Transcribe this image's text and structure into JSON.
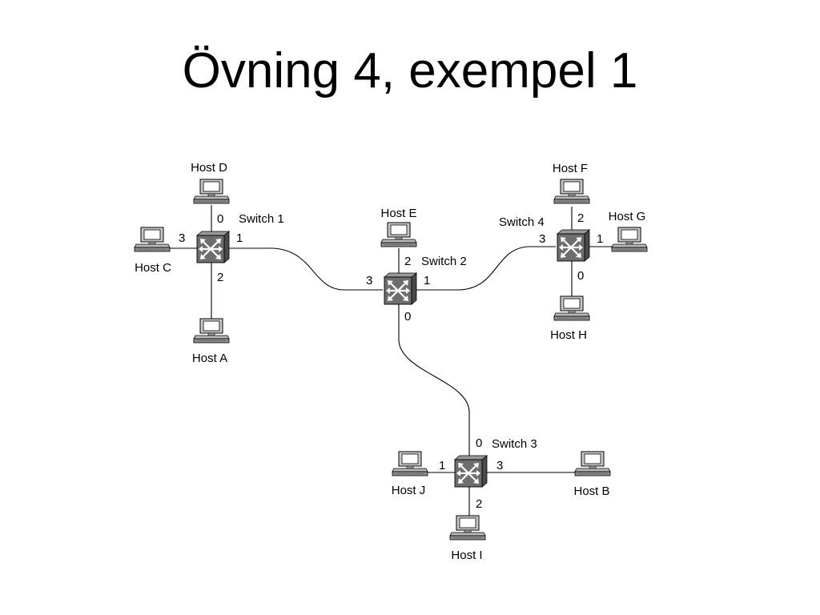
{
  "title": "Övning 4, exempel 1",
  "switches": [
    {
      "id": "s1",
      "label": "Switch 1"
    },
    {
      "id": "s2",
      "label": "Switch 2"
    },
    {
      "id": "s3",
      "label": "Switch 3"
    },
    {
      "id": "s4",
      "label": "Switch 4"
    }
  ],
  "hosts": [
    {
      "id": "A",
      "label": "Host A"
    },
    {
      "id": "B",
      "label": "Host B"
    },
    {
      "id": "C",
      "label": "Host C"
    },
    {
      "id": "D",
      "label": "Host D"
    },
    {
      "id": "E",
      "label": "Host E"
    },
    {
      "id": "F",
      "label": "Host F"
    },
    {
      "id": "G",
      "label": "Host G"
    },
    {
      "id": "H",
      "label": "Host H"
    },
    {
      "id": "I",
      "label": "Host I"
    },
    {
      "id": "J",
      "label": "Host J"
    }
  ],
  "links": [
    {
      "from": "s1",
      "from_port": "0",
      "to": "D"
    },
    {
      "from": "s1",
      "from_port": "1",
      "to": "s2",
      "to_port": "3"
    },
    {
      "from": "s1",
      "from_port": "2",
      "to": "A"
    },
    {
      "from": "s1",
      "from_port": "3",
      "to": "C"
    },
    {
      "from": "s2",
      "from_port": "0",
      "to": "s3",
      "to_port": "0"
    },
    {
      "from": "s2",
      "from_port": "1",
      "to": "s4",
      "to_port": "3"
    },
    {
      "from": "s2",
      "from_port": "2",
      "to": "E"
    },
    {
      "from": "s3",
      "from_port": "1",
      "to": "J"
    },
    {
      "from": "s3",
      "from_port": "2",
      "to": "I"
    },
    {
      "from": "s3",
      "from_port": "3",
      "to": "B"
    },
    {
      "from": "s4",
      "from_port": "0",
      "to": "H"
    },
    {
      "from": "s4",
      "from_port": "1",
      "to": "G"
    },
    {
      "from": "s4",
      "from_port": "2",
      "to": "F"
    }
  ]
}
